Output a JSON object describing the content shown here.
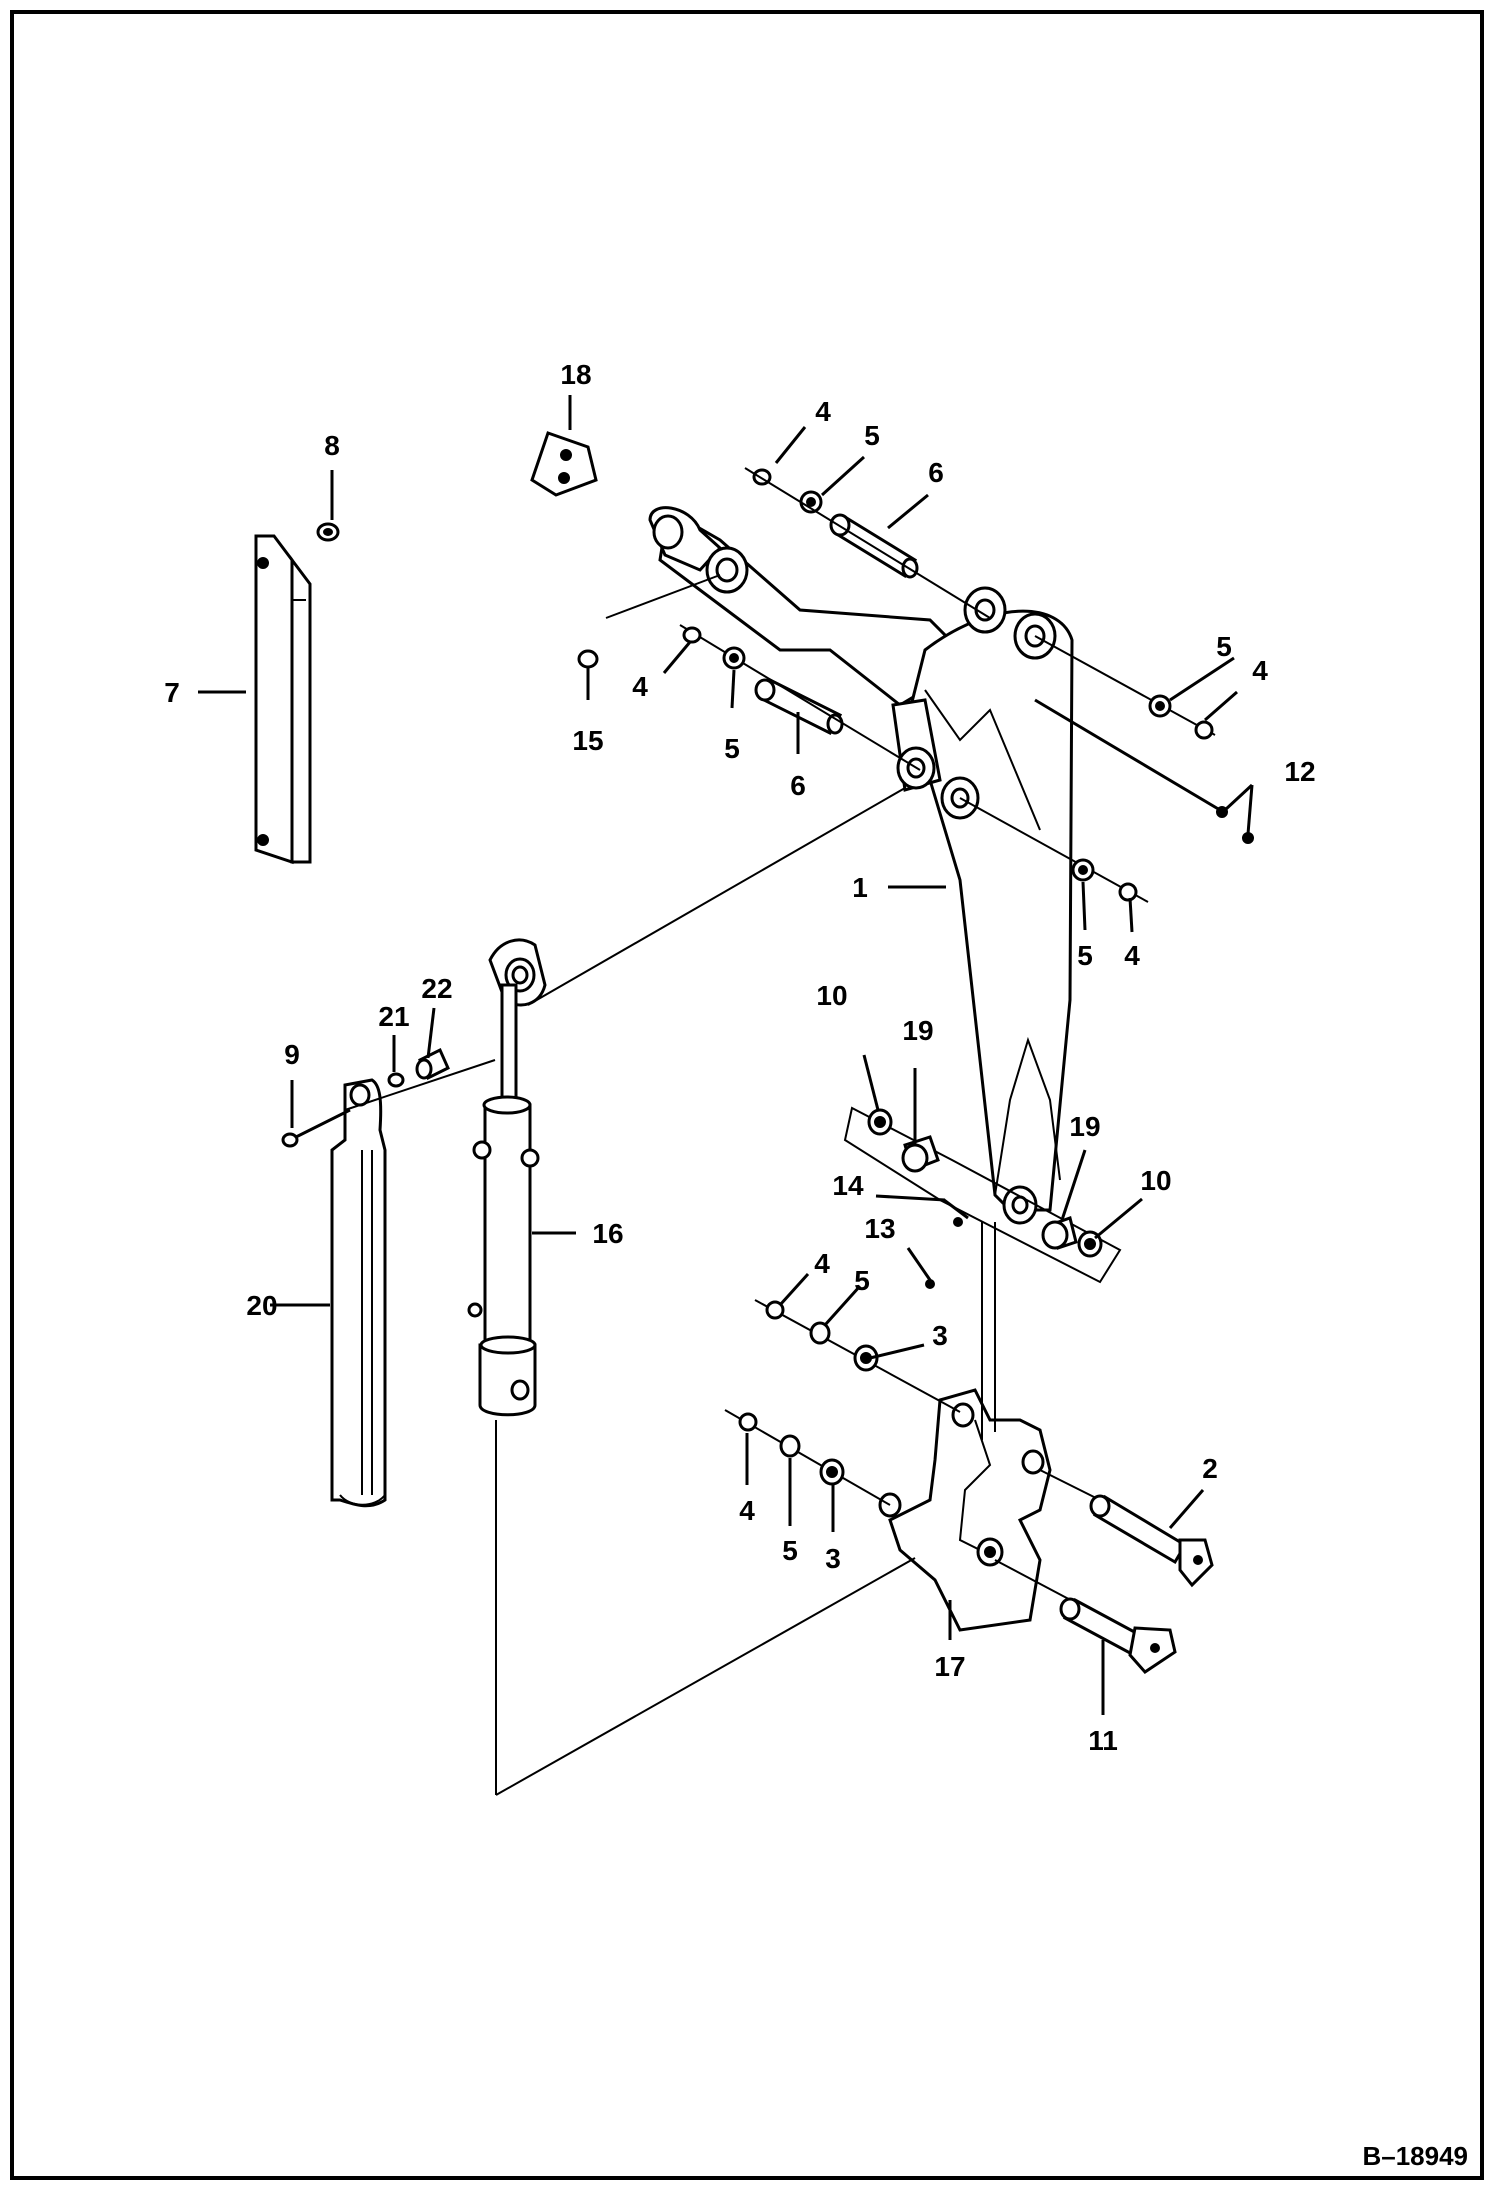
{
  "figure": {
    "reference_number": "B–18949"
  },
  "callouts": {
    "c1": "1",
    "c2": "2",
    "c3a": "3",
    "c3b": "3",
    "c4a": "4",
    "c4b": "4",
    "c4c": "4",
    "c4d": "4",
    "c4e": "4",
    "c4f": "4",
    "c5a": "5",
    "c5b": "5",
    "c5c": "5",
    "c5d": "5",
    "c5e": "5",
    "c5f": "5",
    "c6a": "6",
    "c6b": "6",
    "c7": "7",
    "c8": "8",
    "c9": "9",
    "c10a": "10",
    "c10b": "10",
    "c11": "11",
    "c12": "12",
    "c13": "13",
    "c14": "14",
    "c15": "15",
    "c16": "16",
    "c17": "17",
    "c18": "18",
    "c19a": "19",
    "c19b": "19",
    "c20": "20",
    "c21": "21",
    "c22": "22"
  }
}
